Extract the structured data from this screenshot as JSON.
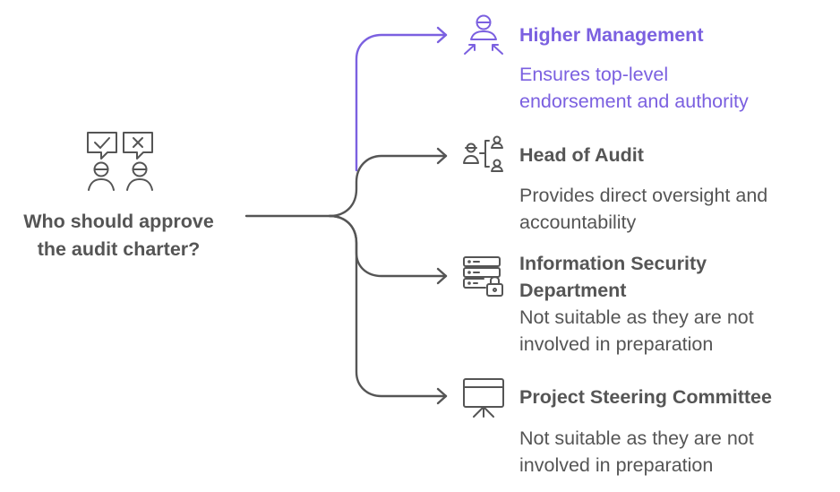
{
  "root": {
    "label_line1": "Who should approve",
    "label_line2": "the audit charter?"
  },
  "colors": {
    "accent": "#7b60e0",
    "neutral": "#555555"
  },
  "options": [
    {
      "title_line1": "Higher Management",
      "title_line2": "",
      "desc_line1": "Ensures top-level",
      "desc_line2": "endorsement and authority",
      "icon": "manager-arrows-icon",
      "highlighted": true
    },
    {
      "title_line1": "Head of Audit",
      "title_line2": "",
      "desc_line1": "Provides direct oversight and",
      "desc_line2": "accountability",
      "icon": "org-hierarchy-icon",
      "highlighted": false
    },
    {
      "title_line1": "Information Security",
      "title_line2": "Department",
      "desc_line1": "Not suitable as they are not",
      "desc_line2": "involved in preparation",
      "icon": "server-lock-icon",
      "highlighted": false
    },
    {
      "title_line1": "Project Steering Committee",
      "title_line2": "",
      "desc_line1": "Not suitable as they are not",
      "desc_line2": "involved in preparation",
      "icon": "presentation-board-icon",
      "highlighted": false
    }
  ]
}
